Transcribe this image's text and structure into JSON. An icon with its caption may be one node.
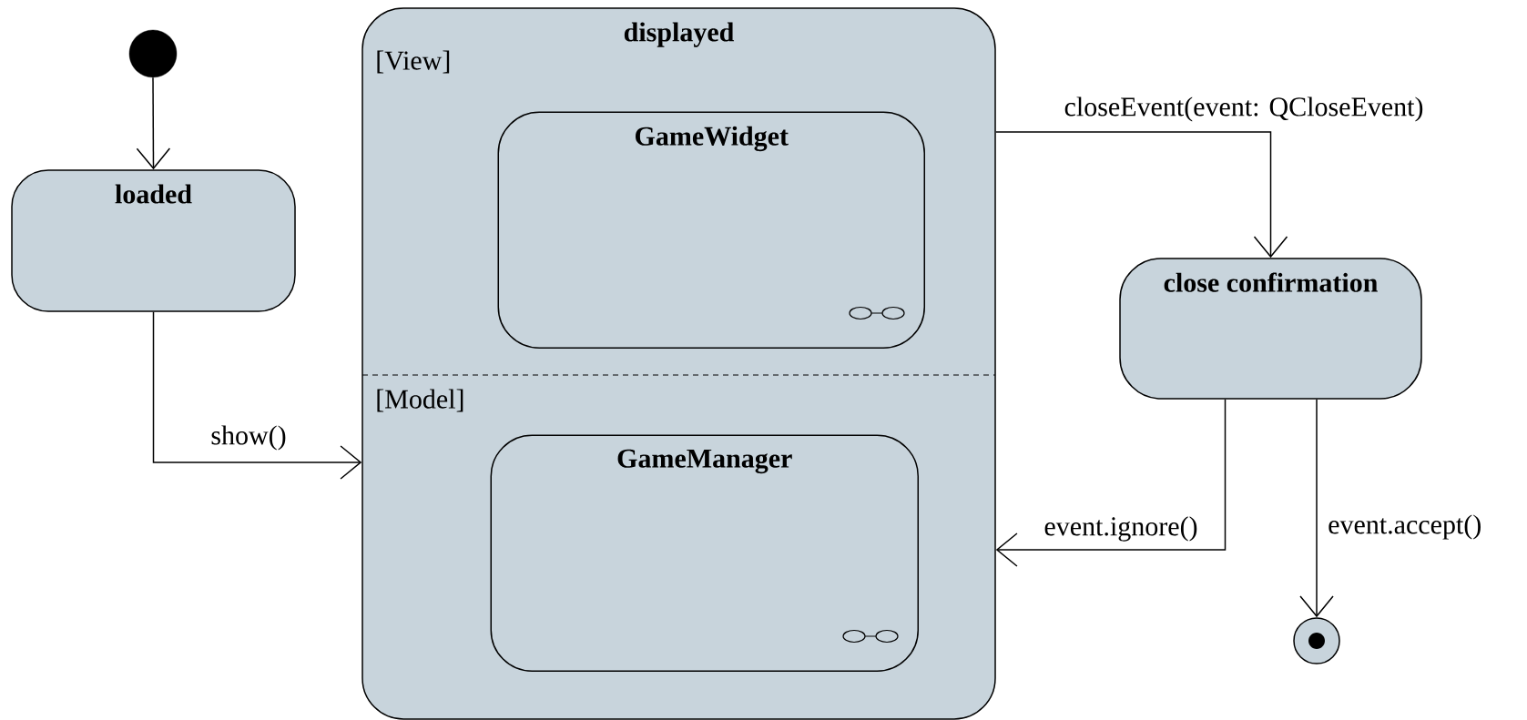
{
  "diagram": {
    "nodes": [
      {
        "text": [],
        "shape": "circle"
      },
      {
        "text": [
          "loaded"
        ]
      },
      {
        "text": [
          "displayed",
          "[View]",
          "[Model]"
        ]
      },
      {
        "text": [
          "GameWidget"
        ],
        "in": 2
      },
      {
        "text": [
          "GameManager"
        ],
        "in": 2
      },
      {
        "text": [
          "close confirmation"
        ]
      },
      {
        "text": [],
        "shape": "bullseye"
      }
    ],
    "edges": [
      {
        "from": 0,
        "to": 1,
        "arrow": "to"
      },
      {
        "from": 1,
        "to": 2,
        "arrow": "to",
        "label": "show()"
      },
      {
        "from": 2,
        "to": 5,
        "arrow": "to",
        "label": "closeEvent(event: QCloseEvent)"
      },
      {
        "from": 5,
        "to": 2,
        "arrow": "to",
        "label": "event.ignore()"
      },
      {
        "from": 5,
        "to": 6,
        "arrow": "to",
        "label": "event.accept()"
      }
    ]
  }
}
